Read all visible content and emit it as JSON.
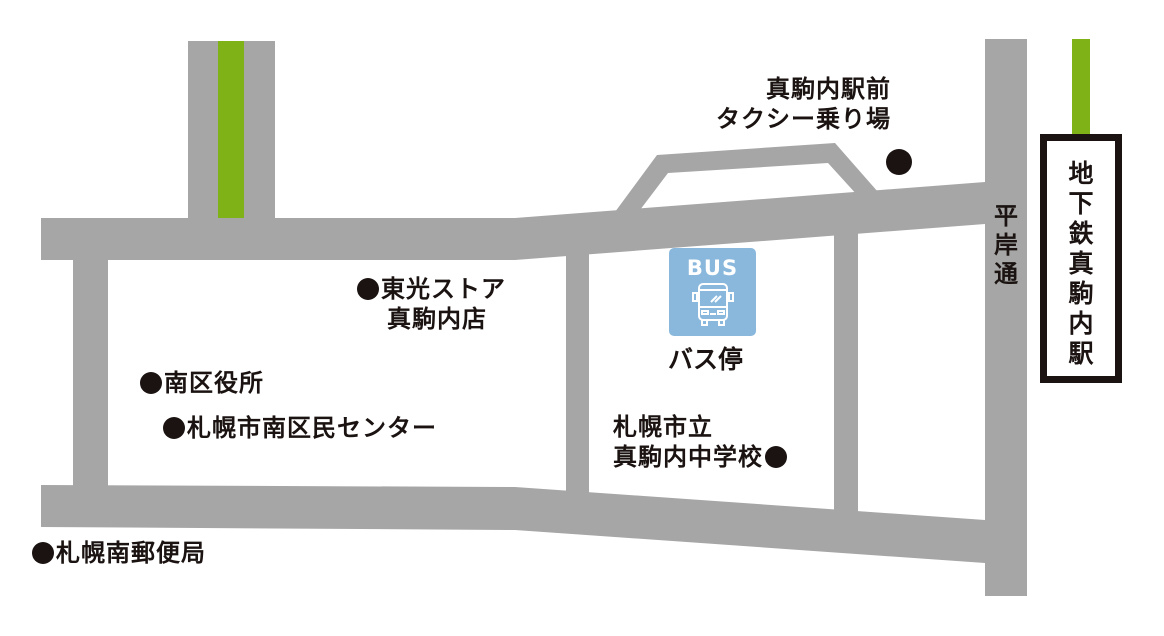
{
  "map": {
    "colors": {
      "road": "#a5a6a5",
      "subway_line": "#7fb217",
      "bus_stop": "#8ab8dc",
      "text": "#1a1311",
      "background": "#ffffff"
    },
    "roads": {
      "hiragishi_dori": "平岸通"
    },
    "station": {
      "name": "地下鉄真駒内駅"
    },
    "bus_stop": {
      "badge": "BUS",
      "icon": "bus-icon",
      "label": "バス停"
    },
    "landmarks": [
      {
        "id": "taxi",
        "line1": "真駒内駅前",
        "line2": "タクシー乗り場",
        "marker": "dot"
      },
      {
        "id": "toko-store",
        "line1": "東光ストア",
        "line2": "真駒内店",
        "marker": "dot"
      },
      {
        "id": "minami-ward-office",
        "line1": "南区役所",
        "marker": "dot"
      },
      {
        "id": "minami-civic-center",
        "line1": "札幌市南区民センター",
        "marker": "dot"
      },
      {
        "id": "junior-high",
        "line1": "札幌市立",
        "line2": "真駒内中学校",
        "marker": "dot"
      },
      {
        "id": "post-office",
        "line1": "札幌南郵便局",
        "marker": "dot"
      }
    ]
  }
}
